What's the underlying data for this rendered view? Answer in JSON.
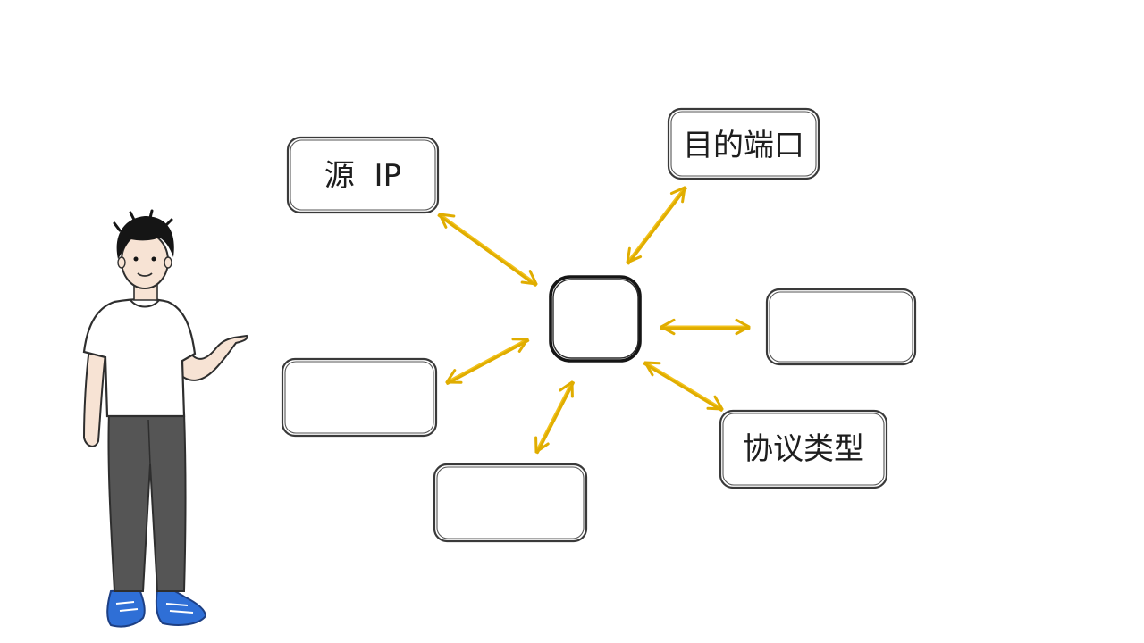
{
  "nodes": {
    "source_ip": {
      "label": "源  IP"
    },
    "dest_port": {
      "label": "目的端口"
    },
    "protocol_type": {
      "label": "协议类型"
    },
    "empty_right": {
      "label": ""
    },
    "empty_left": {
      "label": ""
    },
    "empty_bottom": {
      "label": ""
    }
  },
  "colors": {
    "arrow": "#f2c21b",
    "arrow_dark": "#e0ad00",
    "ink": "#1e1e1e",
    "shirt": "#ffffff",
    "pants": "#555555",
    "shoes": "#2f6fd6",
    "hair": "#151515",
    "skin": "#f7e3d4"
  },
  "icons": [
    "person-illustration",
    "double-arrow-icon"
  ]
}
